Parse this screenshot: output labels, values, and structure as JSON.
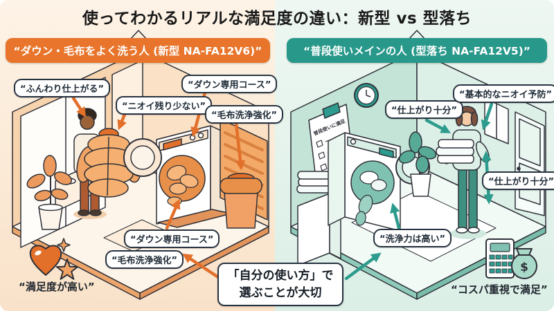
{
  "title": "使ってわかるリアルな満足度の違い：新型 vs 型落ち",
  "center_note": {
    "line1": "「自分の使い方」で",
    "line2": "選ぶことが大切"
  },
  "left_panel": {
    "theme_color": "#E8752B",
    "header": "“ダウン・毛布をよく洗う人 (新型 NA-FA12V6)”",
    "callouts": {
      "fluffy_finish": "“ふんわり仕上がる”",
      "less_odor": "“ニオイ残り少ない”",
      "down_course_top": "“ダウン専用コース”",
      "blanket_wash_boost_top": "“毛布洗浄強化”",
      "down_course_bottom": "“ダウン専用コース”",
      "blanket_wash_boost_bottom": "“毛布洗浄強化”",
      "high_satisfaction": "“満足度が高い”"
    }
  },
  "right_panel": {
    "theme_color": "#27988A",
    "header": "“普段使いメインの人 (型落ち NA-FA12V5)”",
    "callouts": {
      "finish_sufficient_top": "“仕上がり十分”",
      "basic_odor_prevention": "“基本的なニオイ予防”",
      "finish_sufficient_side": "“仕上がり十分”",
      "washing_power_high": "“洗浄力は高い”",
      "cost_performance_satisfied": "“コスパ重視で満足”"
    },
    "checklist_title": "普段使いに満足",
    "money_symbol": "$"
  }
}
